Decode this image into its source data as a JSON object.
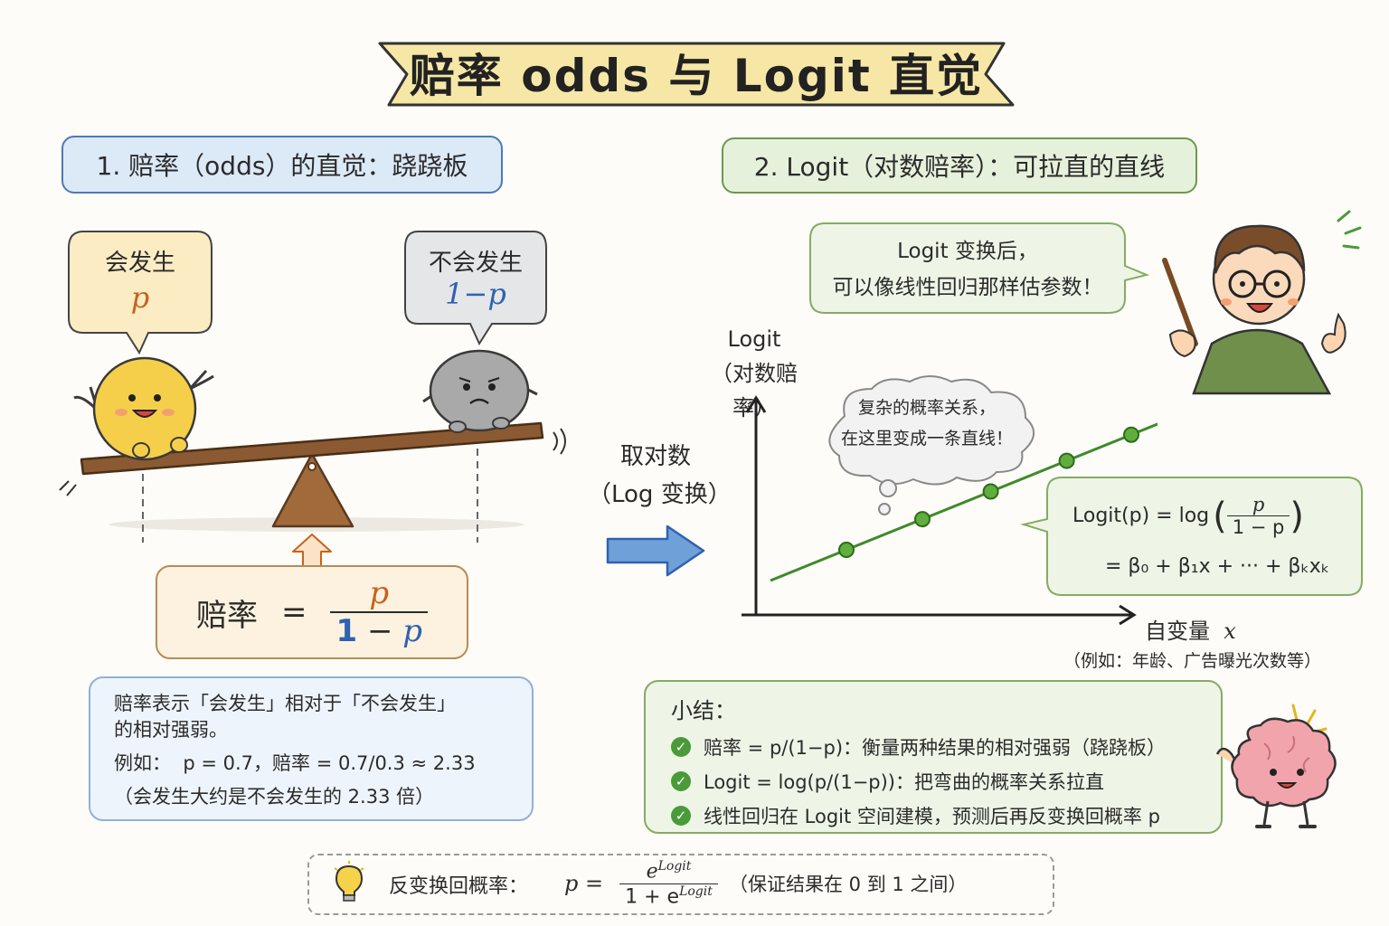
{
  "title": "赔率 odds 与 Logit 直觉",
  "section1": {
    "header": "1. 赔率（odds）的直觉：跷跷板"
  },
  "section2": {
    "header": "2. Logit（对数赔率）：可拉直的直线"
  },
  "seesaw": {
    "happen_label": "会发生",
    "happen_var": "p",
    "not_happen_label": "不会发生",
    "not_happen_var": "1−p"
  },
  "odds_formula": {
    "label": "赔率",
    "equals": "=",
    "numerator": "p",
    "den_one": "1",
    "den_minus": "−",
    "den_p": "p"
  },
  "odds_note": {
    "line1": "赔率表示「会发生」相对于「不会发生」",
    "line2": "的相对强弱。",
    "line3_prefix": "例如：",
    "line3_expr": "p = 0.7，赔率 = 0.7/0.3 ≈ 2.33",
    "line4": "（会发生大约是不会发生的 2.33 倍）"
  },
  "transform_arrow": {
    "line1": "取对数",
    "line2": "（Log 变换）"
  },
  "teacher_bubble": {
    "line1": "Logit 变换后，",
    "line2": "可以像线性回归那样估参数！"
  },
  "thought_bubble": {
    "line1": "复杂的概率关系，",
    "line2": "在这里变成一条直线！"
  },
  "plot": {
    "ylabel_line1": "Logit",
    "ylabel_line2": "（对数赔率）",
    "xlabel": "自变量",
    "xlabel_var": "x",
    "xnote": "（例如：年龄、广告曝光次数等）"
  },
  "logit_formula": {
    "lhs": "Logit(p) = log",
    "frac_num": "p",
    "frac_den": "1 − p",
    "rhs": "= β₀ + β₁x + ··· + βₖxₖ"
  },
  "summary": {
    "title": "小结：",
    "items": [
      "赔率 = p/(1−p)：衡量两种结果的相对强弱（跷跷板）",
      "Logit = log(p/(1−p))：把弯曲的概率关系拉直",
      "线性回归在 Logit 空间建模，预测后再反变换回概率 p"
    ]
  },
  "inverse": {
    "label": "反变换回概率：",
    "lhs": "p =",
    "num": "e",
    "num_sup": "Logit",
    "den": "1 + e",
    "den_sup": "Logit",
    "note": "（保证结果在 0 到 1 之间）"
  },
  "colors": {
    "orange": "#c8621c",
    "blue": "#2f62b0",
    "green_line": "#3f8a2c",
    "banner": "#f7e7a6"
  }
}
